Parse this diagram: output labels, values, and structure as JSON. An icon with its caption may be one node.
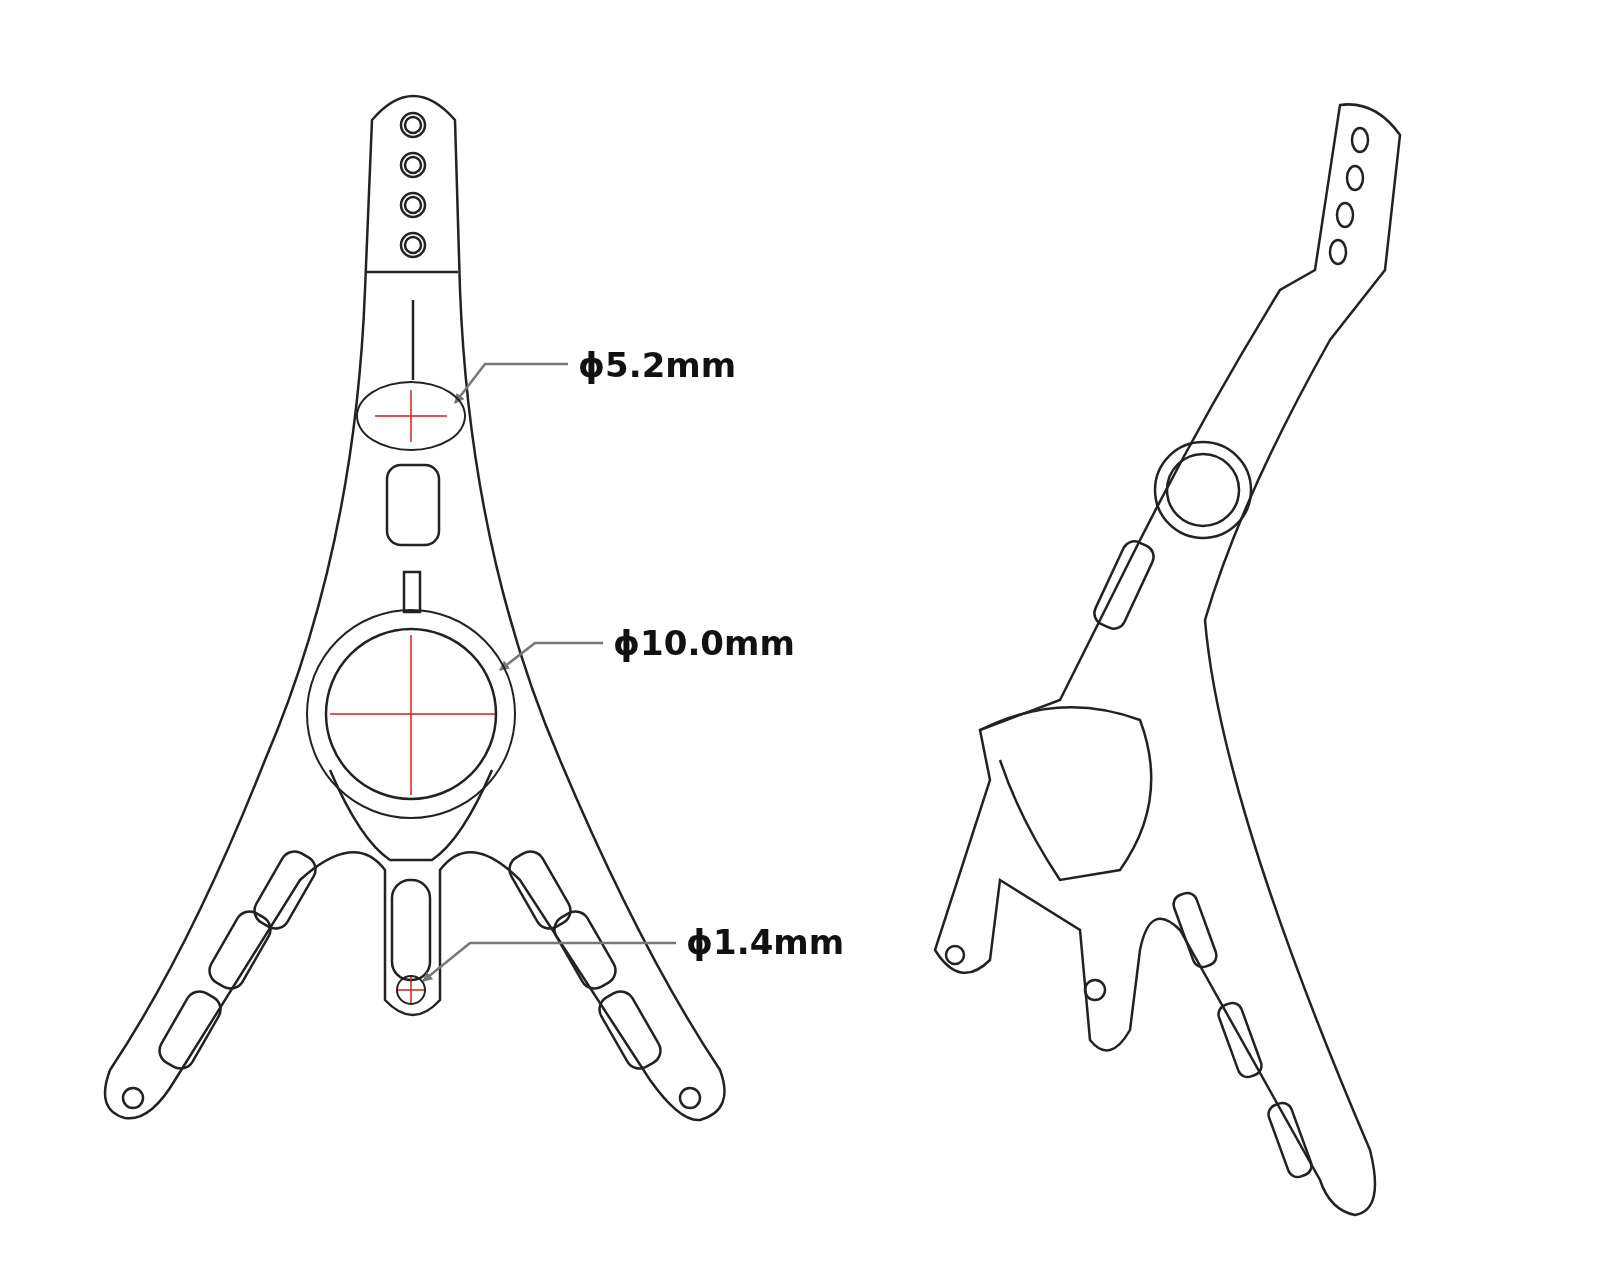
{
  "diagram": {
    "nodes": [
      {
        "text": [
          "ϕ5.2mm"
        ]
      },
      {
        "text": [],
        "shape": "circle"
      },
      {
        "text": [
          "ϕ10.0mm"
        ]
      },
      {
        "text": [],
        "shape": "circle"
      },
      {
        "text": [
          "ϕ1.4mm"
        ]
      },
      {
        "text": [],
        "shape": "circle"
      }
    ],
    "edges": [
      {
        "from": 0,
        "to": 1,
        "arrow": "to"
      },
      {
        "from": 2,
        "to": 3,
        "arrow": "to"
      },
      {
        "from": 4,
        "to": 5,
        "arrow": "to"
      }
    ]
  }
}
